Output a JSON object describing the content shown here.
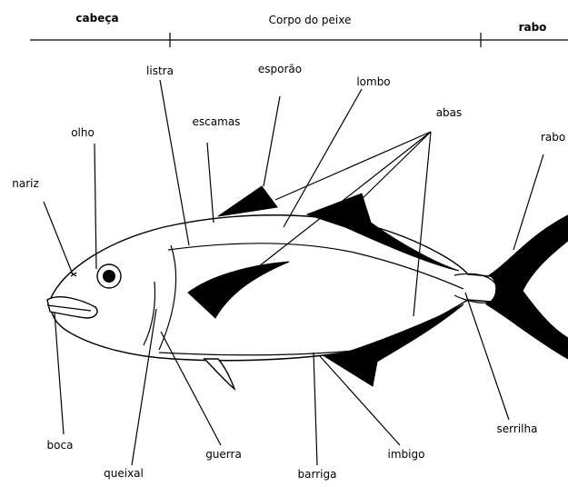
{
  "regions": {
    "head": "cabeça",
    "body": "Corpo do peixe",
    "tail": "rabo"
  },
  "labels": {
    "stripe": "listra",
    "spur": "esporão",
    "back": "lombo",
    "fins": "abas",
    "scales": "escamas",
    "eye": "olho",
    "tail": "rabo",
    "nose": "nariz",
    "mouth": "boca",
    "jaw": "queixal",
    "gill": "guerra",
    "belly": "barriga",
    "navel": "imbigo",
    "scutes": "serrilha"
  }
}
